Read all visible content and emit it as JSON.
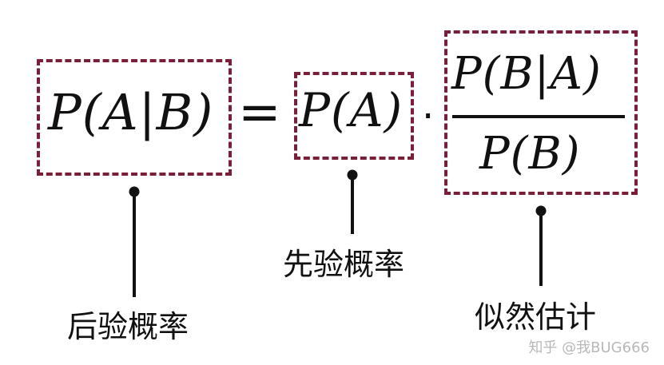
{
  "formula": {
    "posterior_expr": "P(A|B)",
    "equals": "=",
    "prior_expr": "P(A)",
    "dot": "·",
    "likelihood_numerator": "P(B|A)",
    "likelihood_denominator": "P(B)"
  },
  "labels": {
    "posterior": "后验概率",
    "prior": "先验概率",
    "likelihood": "似然估计"
  },
  "watermark": "知乎 @我BUG666",
  "colors": {
    "box_border": "#7a1f3a",
    "ink": "#111111"
  }
}
